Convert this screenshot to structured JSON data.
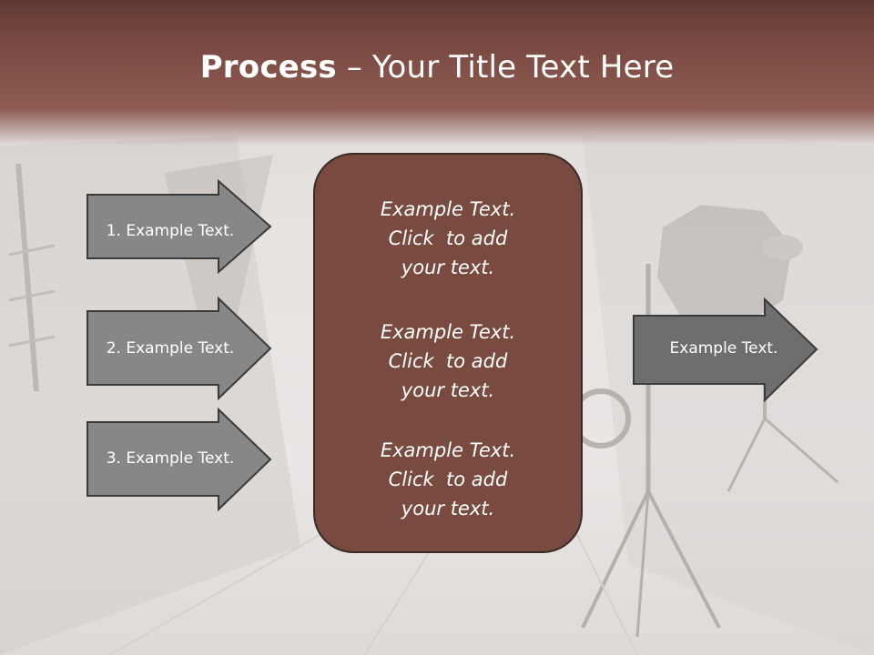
{
  "slide": {
    "title_bold": "Process",
    "title_rest": " – Your Title Text Here"
  },
  "left_arrows": [
    {
      "label": "1. Example Text."
    },
    {
      "label": "2. Example Text."
    },
    {
      "label": "3. Example Text."
    }
  ],
  "center_box": {
    "blocks": [
      {
        "line1": "Example Text.",
        "line2": "Click  to add",
        "line3": "your text."
      },
      {
        "line1": "Example Text.",
        "line2": "Click  to add",
        "line3": "your text."
      },
      {
        "line1": "Example Text.",
        "line2": "Click  to add",
        "line3": "your text."
      }
    ]
  },
  "right_arrow": {
    "label": "Example Text."
  },
  "colors": {
    "title_band": "#7a4a42",
    "center_box_fill": "#794a40",
    "arrow_fill": "#878787",
    "arrow_right_fill": "#6e6e6e",
    "outline": "#3a3a3a"
  }
}
